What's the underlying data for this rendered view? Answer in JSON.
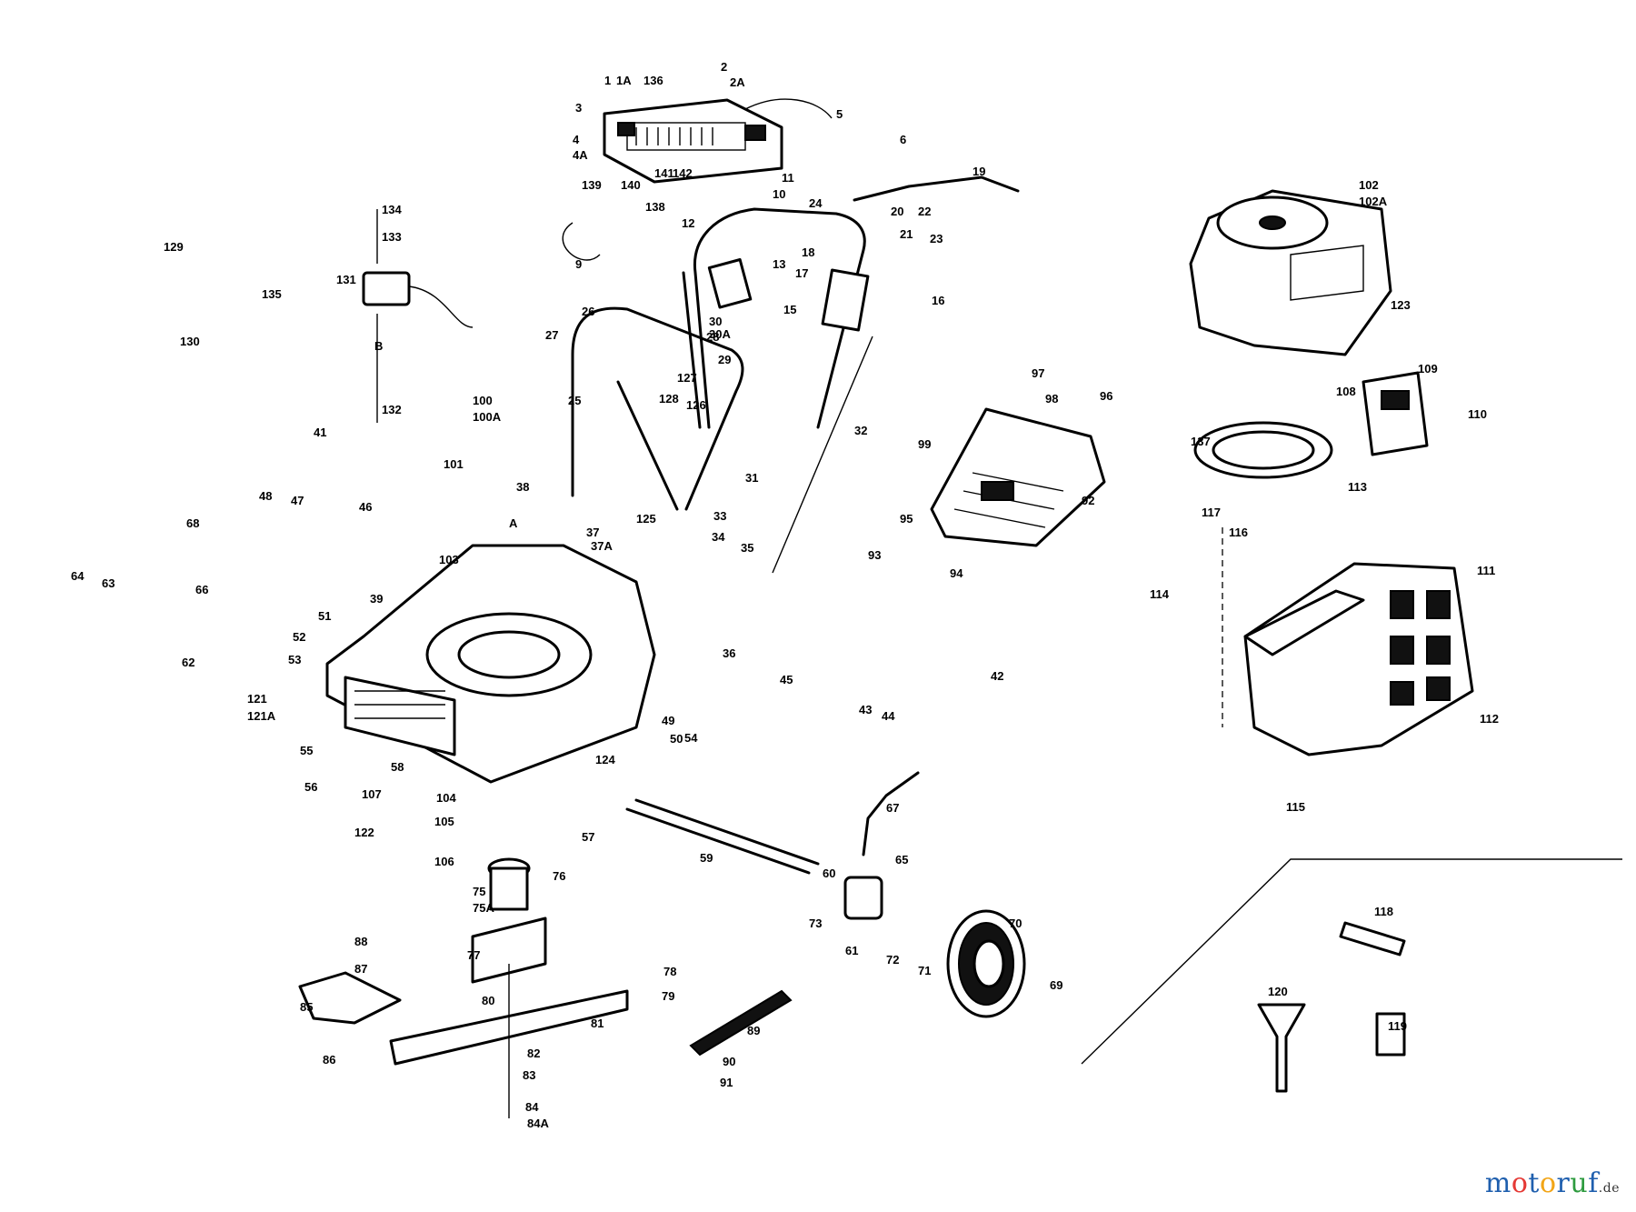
{
  "watermark": {
    "segments": [
      {
        "text": "m",
        "color": "#1f5fae"
      },
      {
        "text": "o",
        "color": "#e53935"
      },
      {
        "text": "t",
        "color": "#1f5fae"
      },
      {
        "text": "o",
        "color": "#f2a516"
      },
      {
        "text": "r",
        "color": "#1f5fae"
      },
      {
        "text": "u",
        "color": "#2e9b3f"
      },
      {
        "text": "f",
        "color": "#1f5fae"
      }
    ],
    "tld": ".de"
  },
  "callouts": [
    {
      "n": "1"
    },
    {
      "n": "1A"
    },
    {
      "n": "2"
    },
    {
      "n": "2A"
    },
    {
      "n": "3"
    },
    {
      "n": "4"
    },
    {
      "n": "4A"
    },
    {
      "n": "5"
    },
    {
      "n": "6"
    },
    {
      "n": "9"
    },
    {
      "n": "10"
    },
    {
      "n": "11"
    },
    {
      "n": "12"
    },
    {
      "n": "13"
    },
    {
      "n": "15"
    },
    {
      "n": "16"
    },
    {
      "n": "17"
    },
    {
      "n": "18"
    },
    {
      "n": "19"
    },
    {
      "n": "20"
    },
    {
      "n": "21"
    },
    {
      "n": "22"
    },
    {
      "n": "23"
    },
    {
      "n": "24"
    },
    {
      "n": "25"
    },
    {
      "n": "26"
    },
    {
      "n": "27"
    },
    {
      "n": "28"
    },
    {
      "n": "29"
    },
    {
      "n": "30"
    },
    {
      "n": "30A"
    },
    {
      "n": "31"
    },
    {
      "n": "32"
    },
    {
      "n": "33"
    },
    {
      "n": "34"
    },
    {
      "n": "35"
    },
    {
      "n": "36"
    },
    {
      "n": "37"
    },
    {
      "n": "37A"
    },
    {
      "n": "38"
    },
    {
      "n": "39"
    },
    {
      "n": "41"
    },
    {
      "n": "42"
    },
    {
      "n": "43"
    },
    {
      "n": "44"
    },
    {
      "n": "45"
    },
    {
      "n": "46"
    },
    {
      "n": "47"
    },
    {
      "n": "48"
    },
    {
      "n": "49"
    },
    {
      "n": "50"
    },
    {
      "n": "51"
    },
    {
      "n": "52"
    },
    {
      "n": "53"
    },
    {
      "n": "54"
    },
    {
      "n": "55"
    },
    {
      "n": "56"
    },
    {
      "n": "57"
    },
    {
      "n": "58"
    },
    {
      "n": "59"
    },
    {
      "n": "60"
    },
    {
      "n": "61"
    },
    {
      "n": "62"
    },
    {
      "n": "63"
    },
    {
      "n": "64"
    },
    {
      "n": "65"
    },
    {
      "n": "66"
    },
    {
      "n": "67"
    },
    {
      "n": "68"
    },
    {
      "n": "69"
    },
    {
      "n": "70"
    },
    {
      "n": "71"
    },
    {
      "n": "72"
    },
    {
      "n": "73"
    },
    {
      "n": "75"
    },
    {
      "n": "75A"
    },
    {
      "n": "76"
    },
    {
      "n": "77"
    },
    {
      "n": "78"
    },
    {
      "n": "79"
    },
    {
      "n": "80"
    },
    {
      "n": "81"
    },
    {
      "n": "82"
    },
    {
      "n": "83"
    },
    {
      "n": "84"
    },
    {
      "n": "84A"
    },
    {
      "n": "85"
    },
    {
      "n": "86"
    },
    {
      "n": "87"
    },
    {
      "n": "88"
    },
    {
      "n": "89"
    },
    {
      "n": "90"
    },
    {
      "n": "91"
    },
    {
      "n": "92"
    },
    {
      "n": "93"
    },
    {
      "n": "94"
    },
    {
      "n": "95"
    },
    {
      "n": "96"
    },
    {
      "n": "97"
    },
    {
      "n": "98"
    },
    {
      "n": "99"
    },
    {
      "n": "100"
    },
    {
      "n": "100A"
    },
    {
      "n": "101"
    },
    {
      "n": "102"
    },
    {
      "n": "102A"
    },
    {
      "n": "103"
    },
    {
      "n": "104"
    },
    {
      "n": "105"
    },
    {
      "n": "106"
    },
    {
      "n": "107"
    },
    {
      "n": "108"
    },
    {
      "n": "109"
    },
    {
      "n": "110"
    },
    {
      "n": "111"
    },
    {
      "n": "112"
    },
    {
      "n": "113"
    },
    {
      "n": "114"
    },
    {
      "n": "115"
    },
    {
      "n": "116"
    },
    {
      "n": "117"
    },
    {
      "n": "118"
    },
    {
      "n": "119"
    },
    {
      "n": "120"
    },
    {
      "n": "121"
    },
    {
      "n": "121A"
    },
    {
      "n": "122"
    },
    {
      "n": "123"
    },
    {
      "n": "124"
    },
    {
      "n": "125"
    },
    {
      "n": "126"
    },
    {
      "n": "127"
    },
    {
      "n": "128"
    },
    {
      "n": "129"
    },
    {
      "n": "130"
    },
    {
      "n": "131"
    },
    {
      "n": "132"
    },
    {
      "n": "133"
    },
    {
      "n": "134"
    },
    {
      "n": "135"
    },
    {
      "n": "136"
    },
    {
      "n": "137"
    },
    {
      "n": "138"
    },
    {
      "n": "139"
    },
    {
      "n": "140"
    },
    {
      "n": "141"
    },
    {
      "n": "142"
    },
    {
      "n": "A"
    },
    {
      "n": "B"
    }
  ]
}
